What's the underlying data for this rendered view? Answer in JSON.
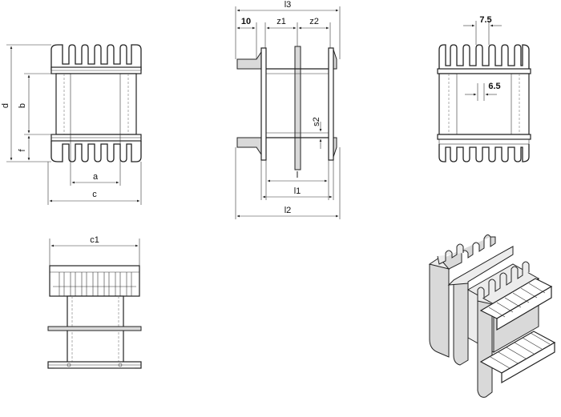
{
  "labels": {
    "d": "d",
    "b": "b",
    "f": "f",
    "a": "a",
    "c": "c",
    "l3": "l3",
    "ten": "10",
    "z1": "z1",
    "z2": "z2",
    "s2": "s2",
    "l": "l",
    "l1": "l1",
    "l2": "l2",
    "seven_five": "7.5",
    "six_five": "6.5",
    "c1": "c1"
  }
}
